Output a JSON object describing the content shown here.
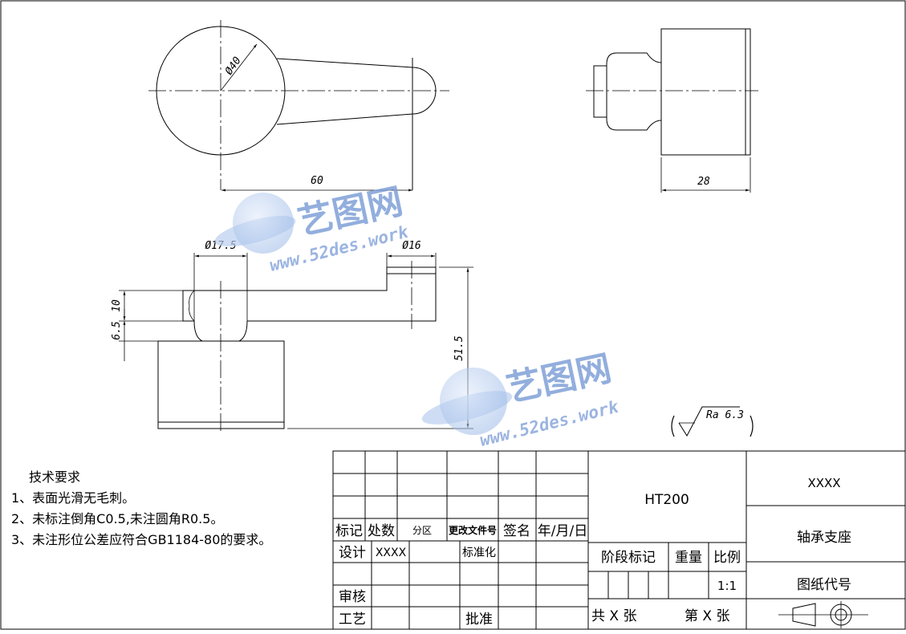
{
  "drawing": {
    "dimensions": {
      "top_dia": "Ø40",
      "top_len": "60",
      "side_width": "28",
      "front_dia_left": "Ø17.5",
      "front_dia_right": "Ø16",
      "front_h10": "10",
      "front_h65": "6.5",
      "front_h515": "51.5",
      "roughness": "Ra 6.3"
    }
  },
  "watermark": {
    "brand": "艺图网",
    "url": "www.52des.work"
  },
  "notes": {
    "title": "技术要求",
    "items": [
      "1、表面光滑无毛刺。",
      "2、未标注倒角C0.5,未注圆角R0.5。",
      "3、未注形位公差应符合GB1184-80的要求。"
    ]
  },
  "title_block": {
    "header": [
      "标记",
      "处数",
      "分区",
      "更改文件号",
      "签名",
      "年/月/日"
    ],
    "design_label": "设计",
    "designer": "XXXX",
    "standardize_label": "标准化",
    "review_label": "审核",
    "process_label": "工艺",
    "approve_label": "批准",
    "material": "HT200",
    "stage_label": "阶段标记",
    "weight_label": "重量",
    "scale_label": "比例",
    "scale_value": "1:1",
    "total_sheets": "共 X 张",
    "sheet_no": "第 X 张",
    "company": "XXXX",
    "part_name": "轴承支座",
    "drawing_no_label": "图纸代号"
  }
}
